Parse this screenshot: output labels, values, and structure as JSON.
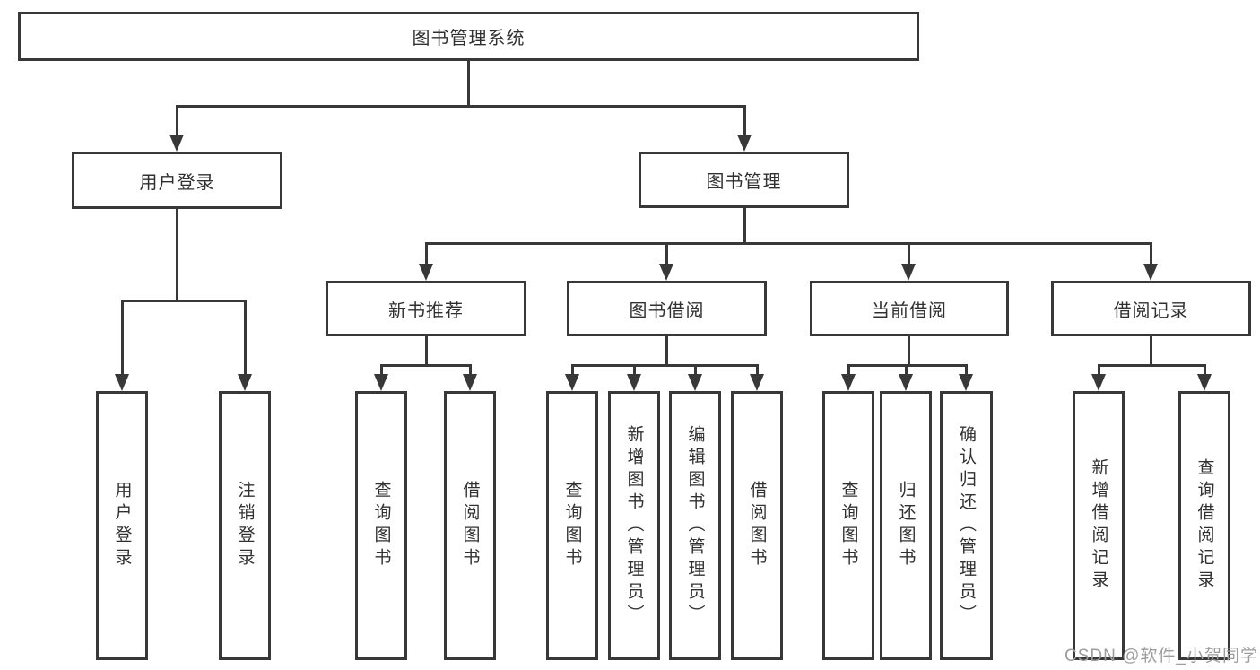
{
  "diagram": {
    "type": "hierarchy-tree",
    "title": "图书管理系统",
    "nodes": {
      "root": "图书管理系统",
      "user_login": "用户登录",
      "book_mgmt": "图书管理",
      "new_book_rec": "新书推荐",
      "book_borrow": "图书借阅",
      "current_borrow": "当前借阅",
      "borrow_records": "借阅记录",
      "leaf_user_login": "用户登录",
      "leaf_logout": "注销登录",
      "leaf_query_book_1": "查询图书",
      "leaf_borrow_book_1": "借阅图书",
      "leaf_query_book_2": "查询图书",
      "leaf_add_book": "新增图书（管理员）",
      "leaf_edit_book": "编辑图书（管理员）",
      "leaf_borrow_book_2": "借阅图书",
      "leaf_query_book_3": "查询图书",
      "leaf_return_book": "归还图书",
      "leaf_confirm_return": "确认归还（管理员）",
      "leaf_add_record": "新增借阅记录",
      "leaf_query_record": "查询借阅记录"
    },
    "edges": [
      [
        "图书管理系统",
        "用户登录"
      ],
      [
        "图书管理系统",
        "图书管理"
      ],
      [
        "用户登录",
        "用户登录(叶)"
      ],
      [
        "用户登录",
        "注销登录"
      ],
      [
        "图书管理",
        "新书推荐"
      ],
      [
        "图书管理",
        "图书借阅"
      ],
      [
        "图书管理",
        "当前借阅"
      ],
      [
        "图书管理",
        "借阅记录"
      ],
      [
        "新书推荐",
        "查询图书"
      ],
      [
        "新书推荐",
        "借阅图书"
      ],
      [
        "图书借阅",
        "查询图书"
      ],
      [
        "图书借阅",
        "新增图书（管理员）"
      ],
      [
        "图书借阅",
        "编辑图书（管理员）"
      ],
      [
        "图书借阅",
        "借阅图书"
      ],
      [
        "当前借阅",
        "查询图书"
      ],
      [
        "当前借阅",
        "归还图书"
      ],
      [
        "当前借阅",
        "确认归还（管理员）"
      ],
      [
        "借阅记录",
        "新增借阅记录"
      ],
      [
        "借阅记录",
        "查询借阅记录"
      ]
    ],
    "colors": {
      "line": "#383838",
      "text": "#303030",
      "box_fill": "#ffffff",
      "background": "#ffffff",
      "watermark": "#9d9d9d"
    }
  },
  "watermark": "CSDN @软件_小贺同学"
}
